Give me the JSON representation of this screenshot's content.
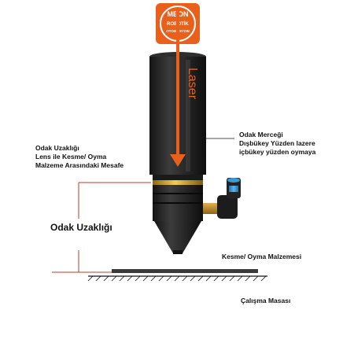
{
  "logo": {
    "line1": "MEON",
    "line2": "ROBOTİK",
    "line3": "OTOMASYON",
    "brand_color": "#e8601c"
  },
  "tube": {
    "vertical_label": "Laser",
    "arrow_color": "#e8601c"
  },
  "labels": {
    "focal_distance_desc": {
      "line1": "Odak Uzaklığı",
      "line2": "Lens ile Kesme/ Oyma",
      "line3": "Malzeme Arasındaki Mesafe"
    },
    "focus_lens": {
      "line1": "Odak Merceği",
      "line2": "Dışbükey Yüzden lazere",
      "line3": "içbükey yüzden oymaya"
    },
    "focal_distance": "Odak Uzaklığı",
    "material": "Kesme/ Oyma Malzemesi",
    "work_table": "Çalışma Masası"
  },
  "colors": {
    "accent_orange": "#e8601c",
    "guide_red": "#c0392b",
    "gold_ring": "#d4a72c",
    "nozzle_dark": "#2a2a2a",
    "fitting_blue": "#3b9bd6"
  }
}
